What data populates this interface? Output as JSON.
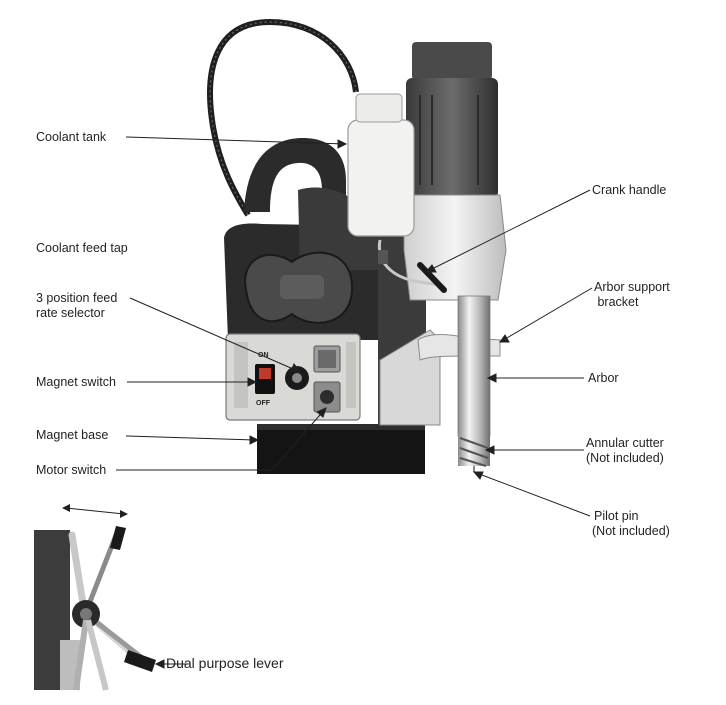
{
  "labels": {
    "coolant_tank": "Coolant tank",
    "coolant_feed_tap": "Coolant feed tap",
    "feed_rate_line1": "3 position feed",
    "feed_rate_line2": "rate selector",
    "magnet_switch": "Magnet switch",
    "magnet_base": "Magnet  base",
    "motor_switch": "Motor switch",
    "crank_handle": "Crank handle",
    "arbor_support_line1": "Arbor support",
    "arbor_support_line2": " bracket",
    "arbor": "Arbor",
    "annular_cutter_line1": "Annular cutter",
    "annular_cutter_line2": "(Not included)",
    "pilot_pin_line1": "Pilot pin",
    "pilot_pin_line2": "(Not included)",
    "dual_purpose_lever": "Dual purpose lever"
  },
  "panel": {
    "on": "ON",
    "off": "OFF"
  },
  "colors": {
    "body_dark": "#2b2b2b",
    "body_grey": "#5a5a5a",
    "panel": "#d9d9d6",
    "tank": "#f2f2ef",
    "steel": "#c9c9c9",
    "line": "#231f20"
  }
}
